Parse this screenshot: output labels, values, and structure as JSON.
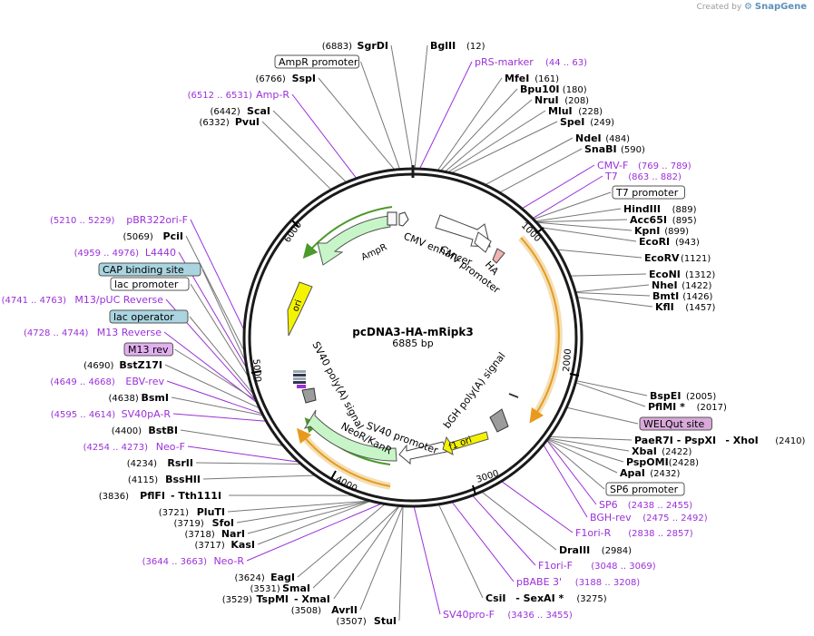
{
  "attribution": {
    "prefix": "Created by",
    "brand": "SnapGene"
  },
  "plasmid": {
    "name": "pcDNA3-HA-mRipk3",
    "size_label": "6885 bp",
    "length": 6885
  },
  "colors": {
    "backbone": "#1a1a1a",
    "enzyme": "#000000",
    "primer": "#9b30d9",
    "orange": "#e89a1e",
    "green": "#4c9a2a",
    "feature_pale_green": "#c8f5c8",
    "feature_yellow": "#f4f400",
    "tint_blue": "#a9d4e0",
    "tint_pink": "#d9a9d9",
    "tint_violet": "#e2b0f0"
  },
  "ticks": [
    "1000",
    "2000",
    "3000",
    "4000",
    "5000",
    "6000"
  ],
  "enzymes_right": [
    {
      "name": "BglII",
      "pos": "(12)"
    },
    {
      "name": "MfeI",
      "pos": "(161)"
    },
    {
      "name": "Bpu10I",
      "pos": "(180)"
    },
    {
      "name": "NruI",
      "pos": "(208)"
    },
    {
      "name": "MluI",
      "pos": "(228)"
    },
    {
      "name": "SpeI",
      "pos": "(249)"
    },
    {
      "name": "NdeI",
      "pos": "(484)"
    },
    {
      "name": "SnaBI",
      "pos": "(590)"
    },
    {
      "name": "HindIII",
      "pos": "(889)"
    },
    {
      "name": "Acc65I",
      "pos": "(895)"
    },
    {
      "name": "KpnI",
      "pos": "(899)"
    },
    {
      "name": "EcoRI",
      "pos": "(943)"
    },
    {
      "name": "EcoRV",
      "pos": "(1121)"
    },
    {
      "name": "EcoNI",
      "pos": "(1312)"
    },
    {
      "name": "NheI",
      "pos": "(1422)"
    },
    {
      "name": "BmtI",
      "pos": "(1426)"
    },
    {
      "name": "KflI",
      "pos": "(1457)"
    },
    {
      "name": "BspEI",
      "pos": "(2005)"
    },
    {
      "name": "PflMI *",
      "pos": "(2017)"
    },
    {
      "name": "PaeR7I",
      "extra": "- PspXI",
      "extra2": "- XhoI",
      "pos": "(2410)"
    },
    {
      "name": "XbaI",
      "pos": "(2422)"
    },
    {
      "name": "PspOMI",
      "pos": "(2428)"
    },
    {
      "name": "ApaI",
      "pos": "(2432)"
    },
    {
      "name": "DraIII",
      "pos": "(2984)"
    },
    {
      "name": "CsiI",
      "extra": "- SexAI *",
      "pos": "(3275)"
    }
  ],
  "enzymes_left": [
    {
      "name": "SgrDI",
      "pos": "(6883)"
    },
    {
      "name": "SspI",
      "pos": "(6766)"
    },
    {
      "name": "ScaI",
      "pos": "(6442)"
    },
    {
      "name": "PvuI",
      "pos": "(6332)"
    },
    {
      "name": "PciI",
      "pos": "(5069)"
    },
    {
      "name": "BstZ17I",
      "pos": "(4690)"
    },
    {
      "name": "BsmI",
      "pos": "(4638)"
    },
    {
      "name": "BstBI",
      "pos": "(4400)"
    },
    {
      "name": "RsrII",
      "pos": "(4234)"
    },
    {
      "name": "BssHII",
      "pos": "(4115)"
    },
    {
      "name": "PflFI",
      "extra": "- Tth111I",
      "pos": "(3836)"
    },
    {
      "name": "PluTI",
      "pos": "(3721)"
    },
    {
      "name": "SfoI",
      "pos": "(3719)"
    },
    {
      "name": "NarI",
      "pos": "(3718)"
    },
    {
      "name": "KasI",
      "pos": "(3717)"
    },
    {
      "name": "EagI",
      "pos": "(3624)"
    },
    {
      "name": "SmaI",
      "pos": "(3531)"
    },
    {
      "name": "TspMI",
      "extra": "- XmaI",
      "pos": "(3529)"
    },
    {
      "name": "AvrII",
      "pos": "(3508)"
    },
    {
      "name": "StuI",
      "pos": "(3507)"
    }
  ],
  "primers": [
    {
      "name": "pRS-marker",
      "range": "(44 .. 63)"
    },
    {
      "name": "CMV-F",
      "range": "(769 .. 789)"
    },
    {
      "name": "T7",
      "range": "(863 .. 882)"
    },
    {
      "name": "SP6",
      "range": "(2438 .. 2455)"
    },
    {
      "name": "BGH-rev",
      "range": "(2475 .. 2492)"
    },
    {
      "name": "F1ori-R",
      "range": "(2838 .. 2857)"
    },
    {
      "name": "F1ori-F",
      "range": "(3048 .. 3069)"
    },
    {
      "name": "pBABE 3'",
      "range": "(3188 .. 3208)"
    },
    {
      "name": "SV40pro-F",
      "range": "(3436 .. 3455)"
    },
    {
      "name": "Neo-R",
      "range": "(3644 .. 3663)"
    },
    {
      "name": "Neo-F",
      "range": "(4254 .. 4273)"
    },
    {
      "name": "SV40pA-R",
      "range": "(4595 .. 4614)"
    },
    {
      "name": "EBV-rev",
      "range": "(4649 .. 4668)"
    },
    {
      "name": "M13 Reverse",
      "range": "(4728 .. 4744)"
    },
    {
      "name": "M13/pUC Reverse",
      "range": "(4741 .. 4763)"
    },
    {
      "name": "L4440",
      "range": "(4959 .. 4976)"
    },
    {
      "name": "pBR322ori-F",
      "range": "(5210 .. 5229)"
    },
    {
      "name": "Amp-R",
      "range": "(6512 .. 6531)"
    }
  ],
  "boxed_labels": [
    {
      "text": "AmpR promoter",
      "style": "plain"
    },
    {
      "text": "T7 promoter",
      "style": "plain"
    },
    {
      "text": "WELQut site",
      "style": "pink"
    },
    {
      "text": "SP6 promoter",
      "style": "plain"
    },
    {
      "text": "CAP binding site",
      "style": "blue"
    },
    {
      "text": "lac promoter",
      "style": "plain"
    },
    {
      "text": "lac operator",
      "style": "blue"
    },
    {
      "text": "M13 rev",
      "style": "violet"
    }
  ],
  "features": [
    {
      "label": "AmpR"
    },
    {
      "label": "ori"
    },
    {
      "label": "CMV enhancer"
    },
    {
      "label": "CMV promoter"
    },
    {
      "label": "HA"
    },
    {
      "label": "SV40 poly(A) signal"
    },
    {
      "label": "NeoR/KanR"
    },
    {
      "label": "SV40 promoter"
    },
    {
      "label": "f1 ori"
    },
    {
      "label": "bGH poly(A) signal"
    }
  ]
}
